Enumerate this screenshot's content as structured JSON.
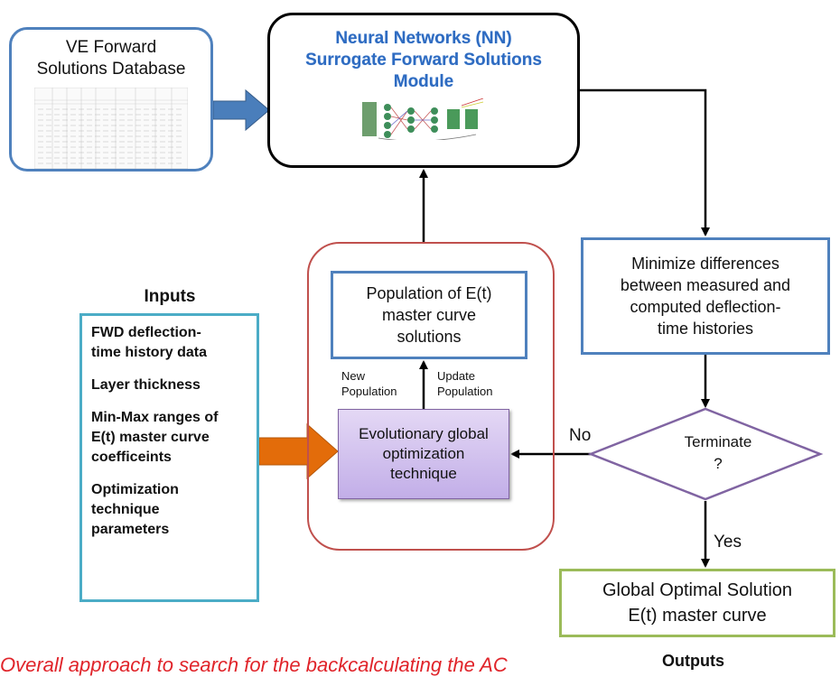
{
  "database": {
    "label_line1": "VE Forward",
    "label_line2": "Solutions Database"
  },
  "nn_module": {
    "title_line1": "Neural Networks (NN)",
    "title_line2": "Surrogate Forward Solutions",
    "title_line3": "Module"
  },
  "population": {
    "line1": "Population of E(t)",
    "line2": "master curve",
    "line3": "solutions"
  },
  "labels": {
    "new_line1": "New",
    "new_line2": "Population",
    "update_line1": "Update",
    "update_line2": "Population",
    "no": "No",
    "yes": "Yes"
  },
  "evolutionary": {
    "line1": "Evolutionary global",
    "line2": "optimization",
    "line3": "technique"
  },
  "inputs": {
    "heading": "Inputs",
    "items": [
      {
        "line1": "FWD deflection-",
        "line2": "time history data"
      },
      {
        "line1": "Layer thickness"
      },
      {
        "line1": "Min-Max ranges of",
        "line2": "E(t) master curve",
        "line3": "coefficeints"
      },
      {
        "line1": "Optimization",
        "line2": "technique",
        "line3": "parameters"
      }
    ]
  },
  "minimize": {
    "line1": "Minimize differences",
    "line2": "between measured and",
    "line3": "computed deflection-",
    "line4": "time histories"
  },
  "terminate": {
    "line1": "Terminate",
    "line2": "?"
  },
  "output_box": {
    "line1": "Global Optimal Solution",
    "line2": "E(t) master curve"
  },
  "outputs_heading": "Outputs",
  "caption": "Overall approach to search for the backcalculating the AC",
  "colors": {
    "blue_border": "#4f81bd",
    "red_frame": "#c0504d",
    "teal_border": "#4bacc6",
    "purple": "#8064a2",
    "green_border": "#9bbb59",
    "blue_arrow": "#4a7ebb",
    "orange_arrow": "#e36c0a",
    "title_blue": "#2e6bc1",
    "caption_red": "#e0242a"
  }
}
